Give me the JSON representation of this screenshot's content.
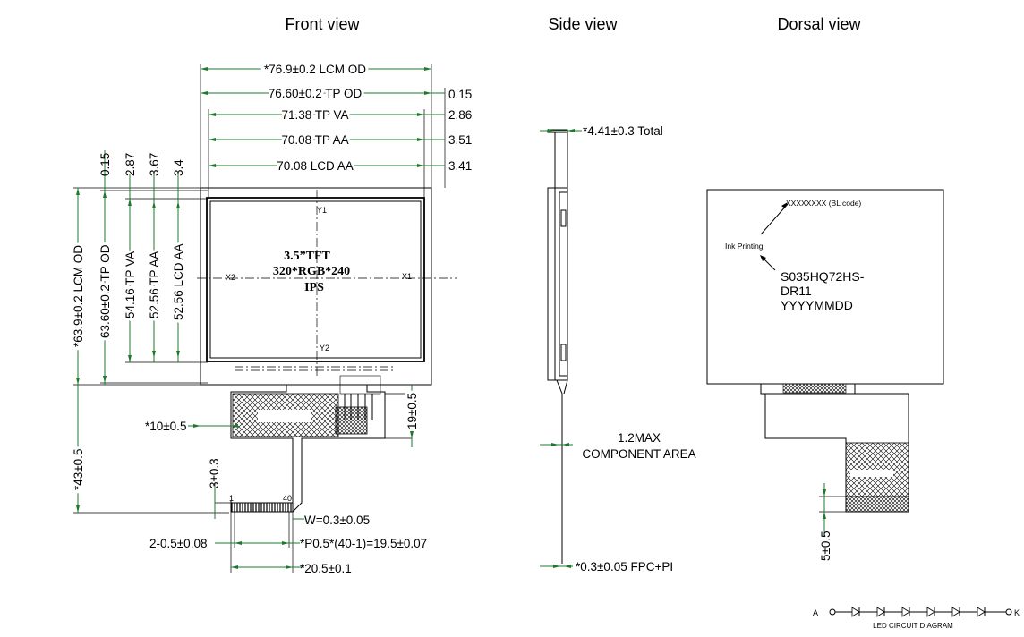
{
  "titles": {
    "front": "Front view",
    "side": "Side  view",
    "dorsal": "Dorsal view"
  },
  "front": {
    "dims_top": [
      "*76.9±0.2 LCM OD",
      "76.60±0.2 TP OD",
      "71.38 TP VA",
      "70.08 TP AA",
      "70.08 LCD AA"
    ],
    "dims_right": [
      "0.15",
      "2.86",
      "3.51",
      "3.41"
    ],
    "dims_left_top": [
      "0.15",
      "2.87",
      "3.67",
      "3.4"
    ],
    "dims_left": [
      "*63.9±0.2 LCM OD",
      "63.60±0.2 TP OD",
      "54.16 TP VA",
      "52.56 TP AA",
      "52.56 LCD AA"
    ],
    "screen_text": [
      "3.5”TFT",
      "320*RGB*240",
      "IPS"
    ],
    "axes": {
      "y1": "Y1",
      "y2": "Y2",
      "x1": "X1",
      "x2": "X2"
    },
    "fpc_dims": {
      "width_10": "*10±0.5",
      "height_43": "*43±0.5",
      "height_19": "19±0.5",
      "three": "3±0.3",
      "pin_first": "1",
      "pin_last": "40",
      "w": "W=0.3±0.05",
      "two": "2-0.5±0.08",
      "pitch": "*P0.5*(40-1)=19.5±0.07",
      "total": "*20.5±0.1"
    }
  },
  "side": {
    "total": "*4.41±0.3 Total",
    "component_line1": "1.2MAX",
    "component_line2": "COMPONENT AREA",
    "fpc": "*0.3±0.05 FPC+PI"
  },
  "dorsal": {
    "bl_code": "XXXXXXXX (BL code)",
    "ink": "Ink Printing",
    "label_lines": [
      "S035HQ72HS-",
      "DR11",
      "YYYYMMDD"
    ],
    "dim_5": "5±0.5",
    "led_a": "A",
    "led_k": "K",
    "led_caption": "LED CIRCUIT DIAGRAM"
  }
}
